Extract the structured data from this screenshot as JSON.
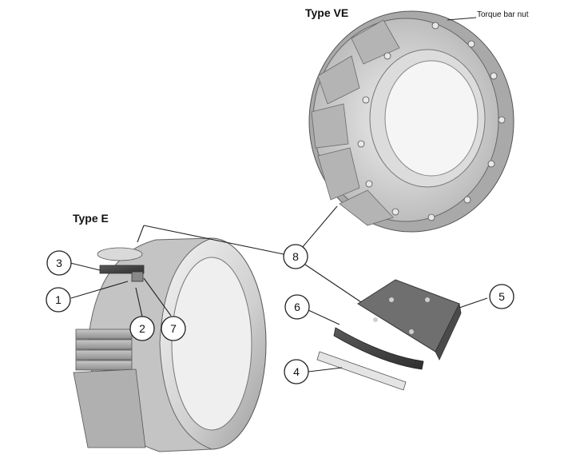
{
  "titles": {
    "type_ve": "Type VE",
    "type_e": "Type E"
  },
  "annotations": {
    "torque_bar_nut": "Torque bar nut"
  },
  "callouts": [
    "1",
    "2",
    "3",
    "4",
    "5",
    "6",
    "7",
    "8"
  ],
  "colors": {
    "metal_light": "#e6e6e6",
    "metal_mid": "#b8b8b8",
    "metal_dark": "#7a7a7a",
    "friction_block": "#9a9a9a",
    "line": "#222222"
  }
}
